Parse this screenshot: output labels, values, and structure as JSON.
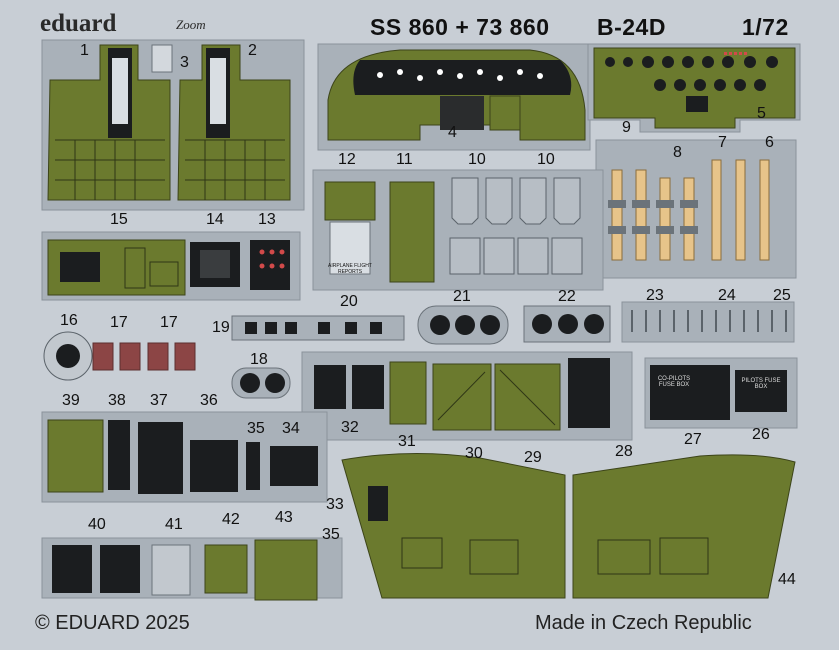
{
  "header": {
    "brand": "eduard",
    "zoom_mark": "Zoom",
    "set_code": "SS 860 + 73 860",
    "aircraft": "B-24D",
    "scale": "1/72"
  },
  "part_numbers": [
    "1",
    "2",
    "3",
    "4",
    "5",
    "6",
    "7",
    "8",
    "9",
    "10",
    "10",
    "11",
    "12",
    "13",
    "14",
    "15",
    "16",
    "17",
    "17",
    "18",
    "19",
    "20",
    "21",
    "22",
    "23",
    "24",
    "25",
    "26",
    "27",
    "28",
    "29",
    "30",
    "31",
    "32",
    "33",
    "34",
    "35",
    "35",
    "36",
    "37",
    "38",
    "39",
    "40",
    "41",
    "42",
    "43",
    "44"
  ],
  "part_texts": {
    "airplane_flight_reports": "AIRPLANE FLIGHT REPORTS",
    "pilots_fuse_box": "PILOTS FUSE BOX",
    "co_pilots_fuse_box": "CO-PILOTS FUSE BOX"
  },
  "colors": {
    "sheet": "#c8ced5",
    "fret": "#9ea6ae",
    "olive": "#6b7a2e",
    "black_panel": "#1b1d1f",
    "belt": "#e7c48a",
    "red_lens": "#8c4545"
  },
  "footer": {
    "copyright": "© EDUARD 2025",
    "origin": "Made in Czech Republic"
  }
}
